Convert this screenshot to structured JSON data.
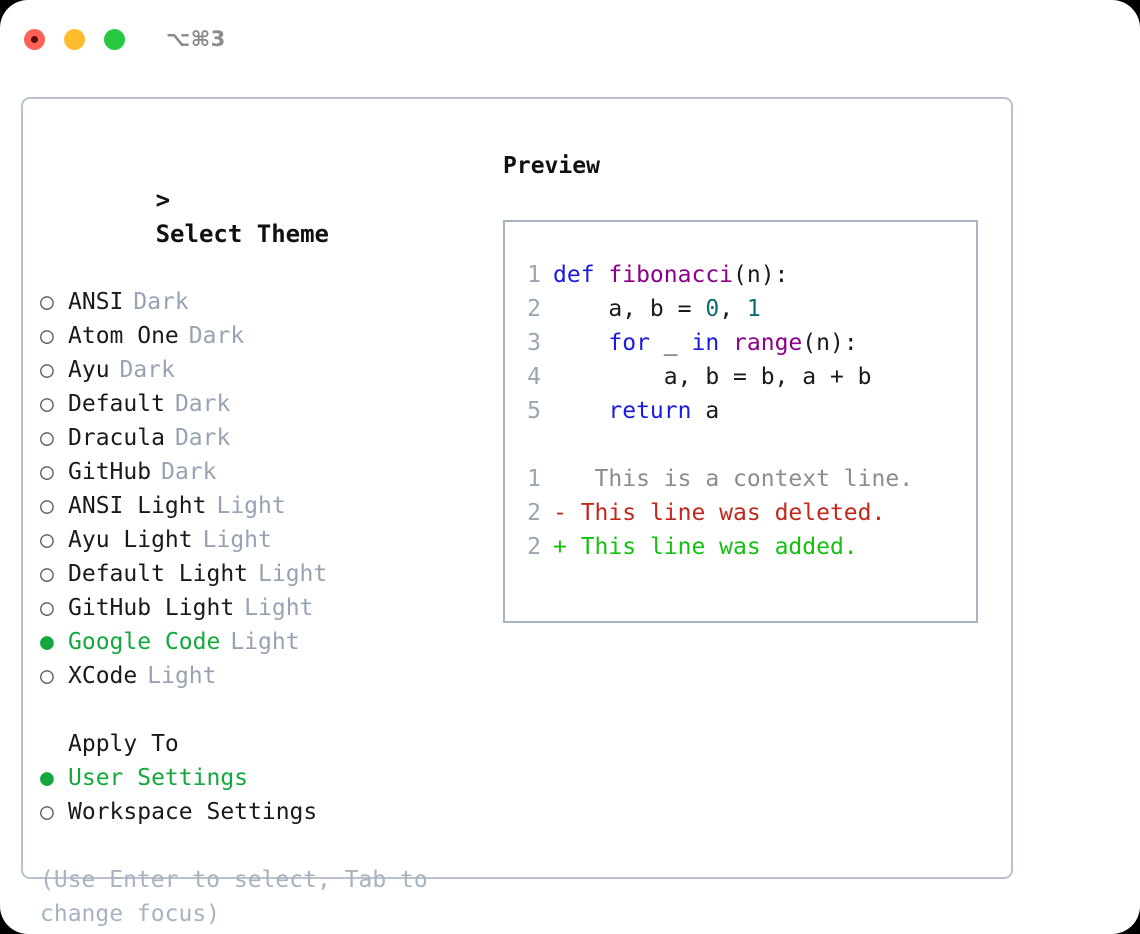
{
  "titlebar": {
    "shortcut": "⌥⌘3",
    "buttons": [
      {
        "name": "close",
        "color": "#ff6159"
      },
      {
        "name": "minimize",
        "color": "#ffbd2e"
      },
      {
        "name": "zoom",
        "color": "#28c840"
      }
    ]
  },
  "theme_section": {
    "caret": ">",
    "heading": "Select Theme",
    "marker_selected": "●",
    "marker_unselected": "○",
    "items": [
      {
        "label": "ANSI",
        "badge": "Dark",
        "selected": false
      },
      {
        "label": "Atom One",
        "badge": "Dark",
        "selected": false
      },
      {
        "label": "Ayu",
        "badge": "Dark",
        "selected": false
      },
      {
        "label": "Default",
        "badge": "Dark",
        "selected": false
      },
      {
        "label": "Dracula",
        "badge": "Dark",
        "selected": false
      },
      {
        "label": "GitHub",
        "badge": "Dark",
        "selected": false
      },
      {
        "label": "ANSI Light",
        "badge": "Light",
        "selected": false
      },
      {
        "label": "Ayu Light",
        "badge": "Light",
        "selected": false
      },
      {
        "label": "Default Light",
        "badge": "Light",
        "selected": false
      },
      {
        "label": "GitHub Light",
        "badge": "Light",
        "selected": false
      },
      {
        "label": "Google Code",
        "badge": "Light",
        "selected": true
      },
      {
        "label": "XCode",
        "badge": "Light",
        "selected": false
      }
    ]
  },
  "apply_section": {
    "heading": "Apply To",
    "items": [
      {
        "label": "User Settings",
        "selected": true
      },
      {
        "label": "Workspace Settings",
        "selected": false
      }
    ]
  },
  "hint": "(Use Enter to select, Tab to change focus)",
  "preview": {
    "heading": "Preview",
    "code_lines": [
      {
        "number": "1",
        "tokens": [
          {
            "text": "def ",
            "type": "kw"
          },
          {
            "text": "fibonacci",
            "type": "fn"
          },
          {
            "text": "(n):",
            "type": "plain"
          }
        ]
      },
      {
        "number": "2",
        "tokens": [
          {
            "text": "    a, b = ",
            "type": "plain"
          },
          {
            "text": "0",
            "type": "num"
          },
          {
            "text": ", ",
            "type": "plain"
          },
          {
            "text": "1",
            "type": "num"
          }
        ]
      },
      {
        "number": "3",
        "tokens": [
          {
            "text": "    ",
            "type": "plain"
          },
          {
            "text": "for",
            "type": "kw"
          },
          {
            "text": " _ ",
            "type": "plain"
          },
          {
            "text": "in",
            "type": "kw"
          },
          {
            "text": " ",
            "type": "plain"
          },
          {
            "text": "range",
            "type": "fn"
          },
          {
            "text": "(n):",
            "type": "plain"
          }
        ]
      },
      {
        "number": "4",
        "tokens": [
          {
            "text": "        a, b = b, a + b",
            "type": "plain"
          }
        ]
      },
      {
        "number": "5",
        "tokens": [
          {
            "text": "    ",
            "type": "plain"
          },
          {
            "text": "return",
            "type": "kw"
          },
          {
            "text": " a",
            "type": "plain"
          }
        ]
      }
    ],
    "diff_lines": [
      {
        "number": "1",
        "marker": " ",
        "text": "  This is a context line.",
        "type": "ctx"
      },
      {
        "number": "2",
        "marker": "-",
        "text": " This line was deleted.",
        "type": "del"
      },
      {
        "number": "2",
        "marker": "+",
        "text": " This line was added.",
        "type": "add"
      }
    ]
  },
  "colors": {
    "accent_green": "#13a83d",
    "badge_grey": "#97a3b4",
    "hint_grey": "#a8b2c0",
    "border": "#b9c2cf",
    "panel_border": "#a9b4c3",
    "line_number": "#9aa5b4",
    "keyword": "#1a1ae0",
    "function": "#8b008b",
    "number": "#0d6e72",
    "diff_context": "#8c8c8c",
    "diff_deleted": "#c0281c",
    "diff_added": "#16c010"
  }
}
